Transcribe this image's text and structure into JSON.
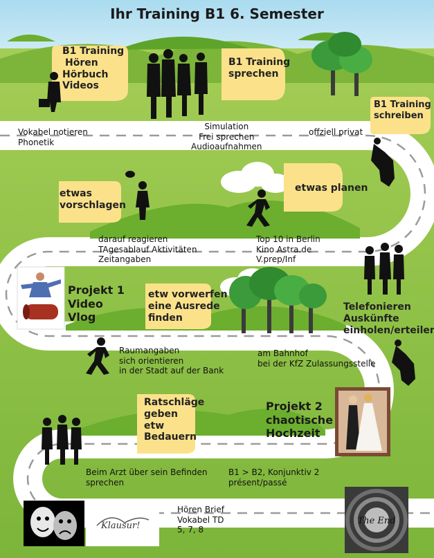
{
  "title": "Ihr Training B1 6. Semester",
  "bubbles": {
    "hoeren": [
      "B1 Training",
      "Hören",
      "Hörbuch",
      "Videos"
    ],
    "sprechen": [
      "B1 Training",
      "sprechen"
    ],
    "schreiben": [
      "B1 Training",
      "schreiben"
    ],
    "vorschlagen": [
      "etwas",
      "vorschlagen"
    ],
    "planen": "etwas planen",
    "vorwerfen": [
      "etw vorwerfen",
      "eine Ausrede",
      "finden"
    ],
    "telefonieren": [
      "Telefonieren",
      "Auskünfte",
      "einholen/erteilen"
    ],
    "ratschlaege": [
      "Ratschläge",
      "geben",
      "etw",
      "Bedauern"
    ]
  },
  "road_labels": {
    "vokabel": [
      "Vokabel notieren",
      "Phonetik"
    ],
    "simulation": [
      "Simulation",
      "Frei sprechen",
      "Audioaufnahmen"
    ],
    "offiziell": "offziell privat",
    "reagieren": [
      "darauf reagieren",
      "TAgesablauf Aktivitäten",
      "Zeitangaben"
    ],
    "berlin": [
      "Top 10 in Berlin",
      "Kino Astra.de",
      "V.prep/Inf"
    ],
    "raum": [
      "Raumangaben",
      "sich orientieren",
      "in der Stadt auf der Bank"
    ],
    "bahnhof": [
      "am Bahnhof",
      "bei der KfZ Zulassungsstelle"
    ],
    "arzt": [
      "Beim Arzt über sein Befinden",
      "sprechen"
    ],
    "konjunktiv": [
      "B1 > B2, Konjunktiv 2",
      "présent/passé"
    ],
    "hoeren_brief": [
      "Hören Brief",
      "Vokabel TD",
      "5, 7, 8"
    ]
  },
  "projects": {
    "projekt1": [
      "Projekt 1",
      "Video",
      "Vlog"
    ],
    "projekt2": [
      "Projekt 2",
      "chaotische",
      "Hochzeit"
    ]
  },
  "images": {
    "klausur": "Klausur!",
    "the_end": "The End"
  },
  "colors": {
    "grass": "#8fc24a",
    "sky": "#bfe4f2",
    "road": "#ffffff",
    "road_dash": "#9a9a9a",
    "bubble": "#fbe28a",
    "hill": "#6cae2e",
    "tree": "#3b9a3a"
  }
}
